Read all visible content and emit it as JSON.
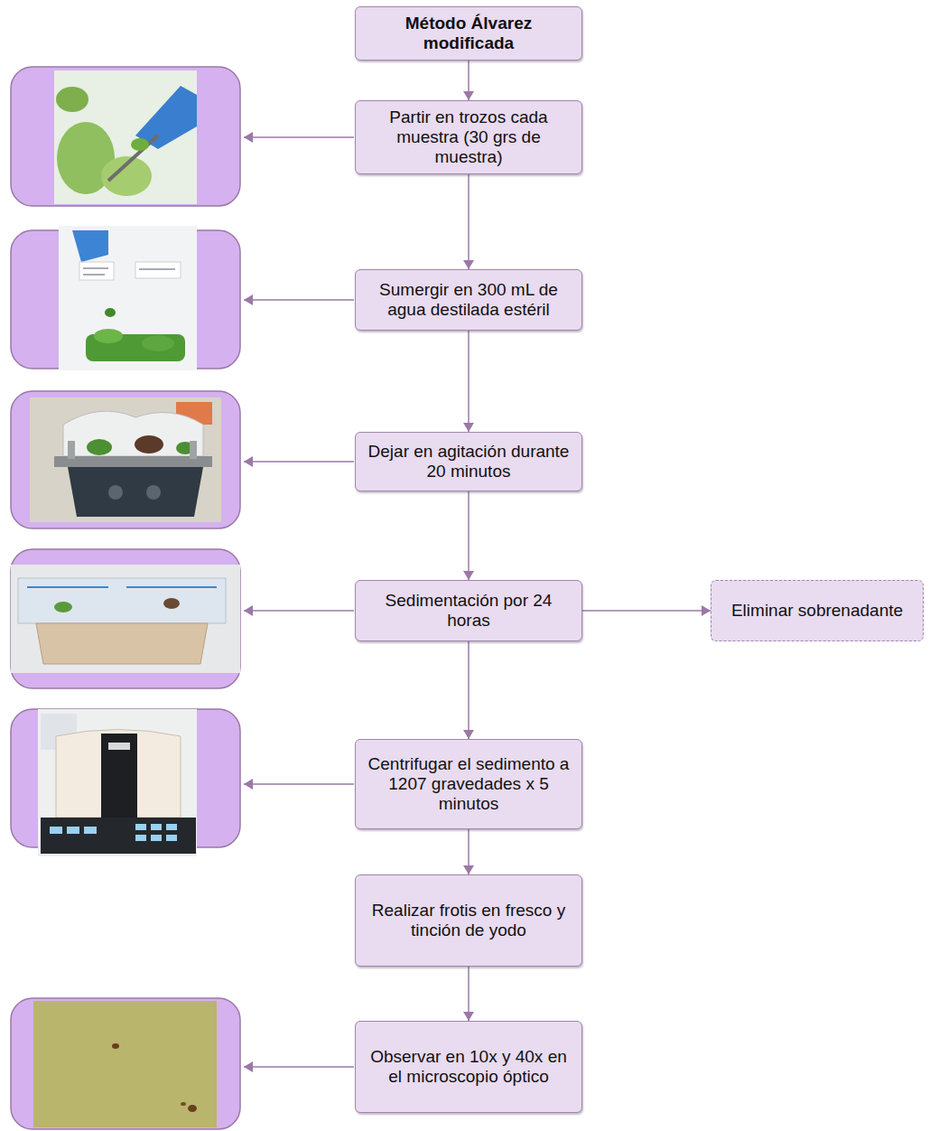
{
  "diagram": {
    "nodes": [
      {
        "text": [
          "Método Álvarez modificada"
        ]
      },
      {
        "text": [
          "Partir en trozos cada muestra (30 grs de muestra)"
        ]
      },
      {
        "text": [
          "Sumergir en 300 mL de agua destilada estéril"
        ]
      },
      {
        "text": [
          "Dejar en agitación durante 20 minutos"
        ]
      },
      {
        "text": [
          "Sedimentación por 24 horas"
        ]
      },
      {
        "text": [
          "Eliminar sobrenadante"
        ]
      },
      {
        "text": [
          "Centrifugar el sedimento a 1207 gravedades x 5 minutos"
        ]
      },
      {
        "text": [
          "Realizar frotis en fresco y tinción de yodo"
        ]
      },
      {
        "text": [
          "Observar en 10x y 40x en el microscopio óptico"
        ]
      }
    ],
    "edges": [
      {
        "from": 0,
        "to": 1,
        "arrow": "to"
      },
      {
        "from": 1,
        "to": 2,
        "arrow": "to"
      },
      {
        "from": 2,
        "to": 3,
        "arrow": "to"
      },
      {
        "from": 3,
        "to": 4,
        "arrow": "to"
      },
      {
        "from": 4,
        "to": 5,
        "arrow": "to"
      },
      {
        "from": 4,
        "to": 6,
        "arrow": "to"
      },
      {
        "from": 6,
        "to": 7,
        "arrow": "to"
      },
      {
        "from": 7,
        "to": 8,
        "arrow": "to"
      }
    ]
  }
}
